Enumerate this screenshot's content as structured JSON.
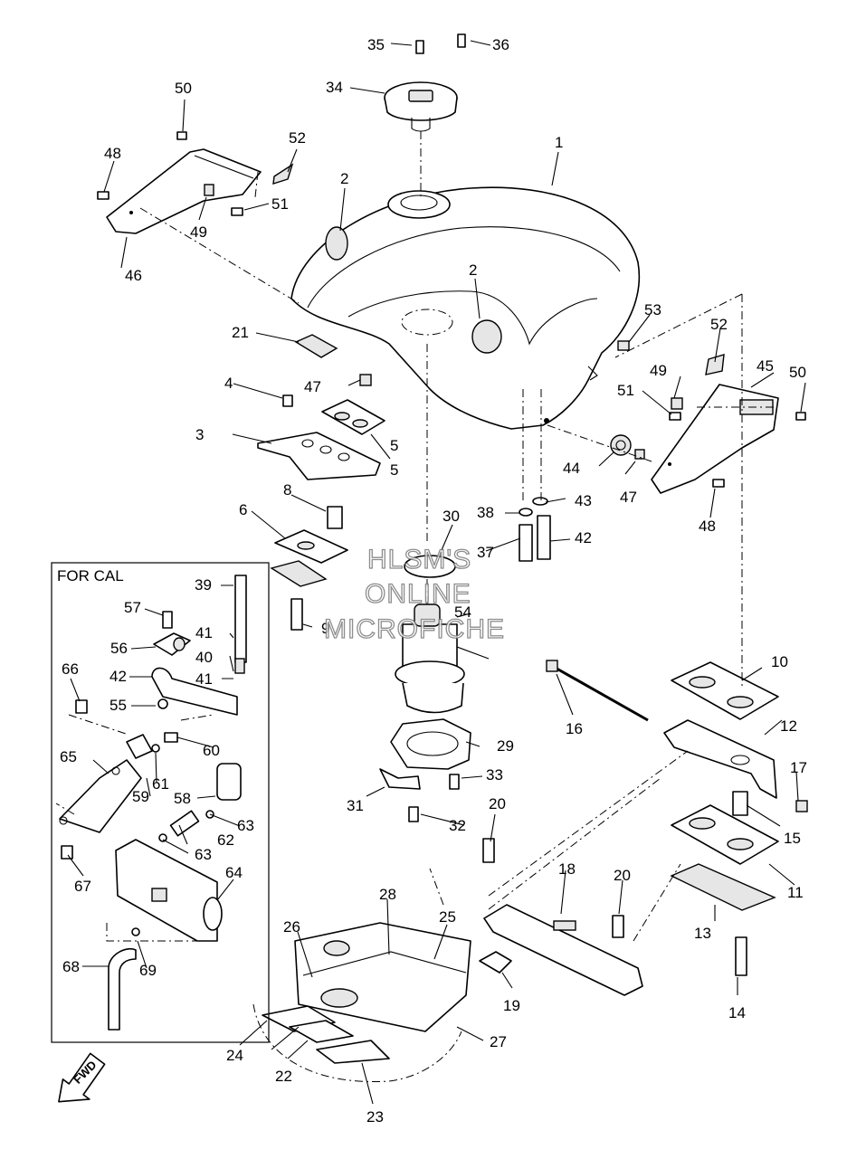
{
  "diagram": {
    "box_title": "FOR CAL",
    "fwd_label": "FWD",
    "watermark": [
      "HLSM'S",
      "ONLINE",
      "MICROFICHE"
    ],
    "callouts": [
      {
        "id": "c1",
        "text": "1"
      },
      {
        "id": "c2a",
        "text": "2"
      },
      {
        "id": "c2b",
        "text": "2"
      },
      {
        "id": "c3",
        "text": "3"
      },
      {
        "id": "c4",
        "text": "4"
      },
      {
        "id": "c5",
        "text": "5"
      },
      {
        "id": "c6",
        "text": "6"
      },
      {
        "id": "c8",
        "text": "8"
      },
      {
        "id": "c9",
        "text": "9"
      },
      {
        "id": "c10",
        "text": "10"
      },
      {
        "id": "c11",
        "text": "11"
      },
      {
        "id": "c12",
        "text": "12"
      },
      {
        "id": "c13",
        "text": "13"
      },
      {
        "id": "c14",
        "text": "14"
      },
      {
        "id": "c15",
        "text": "15"
      },
      {
        "id": "c16",
        "text": "16"
      },
      {
        "id": "c17",
        "text": "17"
      },
      {
        "id": "c18",
        "text": "18"
      },
      {
        "id": "c19",
        "text": "19"
      },
      {
        "id": "c20a",
        "text": "20"
      },
      {
        "id": "c20b",
        "text": "20"
      },
      {
        "id": "c21",
        "text": "21"
      },
      {
        "id": "c22",
        "text": "22"
      },
      {
        "id": "c23",
        "text": "23"
      },
      {
        "id": "c24",
        "text": "24"
      },
      {
        "id": "c25",
        "text": "25"
      },
      {
        "id": "c26",
        "text": "26"
      },
      {
        "id": "c27",
        "text": "27"
      },
      {
        "id": "c28",
        "text": "28"
      },
      {
        "id": "c29",
        "text": "29"
      },
      {
        "id": "c30",
        "text": "30"
      },
      {
        "id": "c31",
        "text": "31"
      },
      {
        "id": "c32",
        "text": "32"
      },
      {
        "id": "c33",
        "text": "33"
      },
      {
        "id": "c34",
        "text": "34"
      },
      {
        "id": "c35",
        "text": "35"
      },
      {
        "id": "c36",
        "text": "36"
      },
      {
        "id": "c37",
        "text": "37"
      },
      {
        "id": "c38",
        "text": "38"
      },
      {
        "id": "c39",
        "text": "39"
      },
      {
        "id": "c40",
        "text": "40"
      },
      {
        "id": "c41a",
        "text": "41"
      },
      {
        "id": "c41b",
        "text": "41"
      },
      {
        "id": "c42a",
        "text": "42"
      },
      {
        "id": "c42b",
        "text": "42"
      },
      {
        "id": "c43",
        "text": "43"
      },
      {
        "id": "c44",
        "text": "44"
      },
      {
        "id": "c45",
        "text": "45"
      },
      {
        "id": "c46",
        "text": "46"
      },
      {
        "id": "c47a",
        "text": "47"
      },
      {
        "id": "c47b",
        "text": "47"
      },
      {
        "id": "c48a",
        "text": "48"
      },
      {
        "id": "c48b",
        "text": "48"
      },
      {
        "id": "c49a",
        "text": "49"
      },
      {
        "id": "c49b",
        "text": "49"
      },
      {
        "id": "c50a",
        "text": "50"
      },
      {
        "id": "c50b",
        "text": "50"
      },
      {
        "id": "c51a",
        "text": "51"
      },
      {
        "id": "c51b",
        "text": "51"
      },
      {
        "id": "c52a",
        "text": "52"
      },
      {
        "id": "c52b",
        "text": "52"
      },
      {
        "id": "c53",
        "text": "53"
      },
      {
        "id": "c54",
        "text": "54"
      },
      {
        "id": "c55",
        "text": "55"
      },
      {
        "id": "c56",
        "text": "56"
      },
      {
        "id": "c57",
        "text": "57"
      },
      {
        "id": "c58",
        "text": "58"
      },
      {
        "id": "c59",
        "text": "59"
      },
      {
        "id": "c60",
        "text": "60"
      },
      {
        "id": "c61",
        "text": "61"
      },
      {
        "id": "c62",
        "text": "62"
      },
      {
        "id": "c63a",
        "text": "63"
      },
      {
        "id": "c63b",
        "text": "63"
      },
      {
        "id": "c64",
        "text": "64"
      },
      {
        "id": "c65",
        "text": "65"
      },
      {
        "id": "c66",
        "text": "66"
      },
      {
        "id": "c67",
        "text": "67"
      },
      {
        "id": "c68",
        "text": "68"
      },
      {
        "id": "c69",
        "text": "69"
      }
    ]
  }
}
